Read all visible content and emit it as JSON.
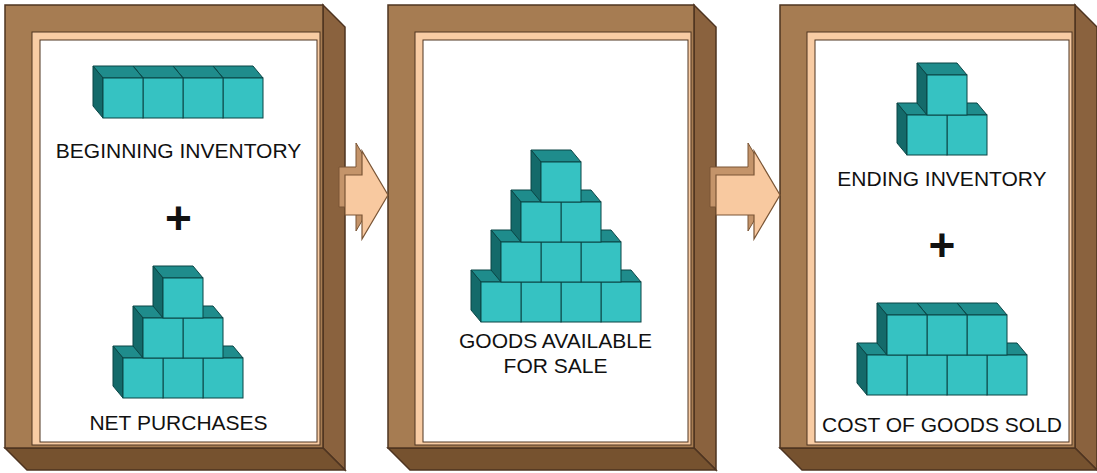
{
  "diagram": {
    "nodes": [
      {
        "text": [
          "BEGINNING INVENTORY",
          "+",
          "NET PURCHASES"
        ]
      },
      {
        "text": [
          "GOODS AVAILABLE FOR SALE"
        ]
      },
      {
        "text": [
          "ENDING INVENTORY",
          "+",
          "COST OF GOODS SOLD"
        ]
      }
    ],
    "edges": [
      {
        "from": 0,
        "to": 1,
        "arrow": "to"
      },
      {
        "from": 1,
        "to": 2,
        "arrow": "to"
      }
    ]
  }
}
